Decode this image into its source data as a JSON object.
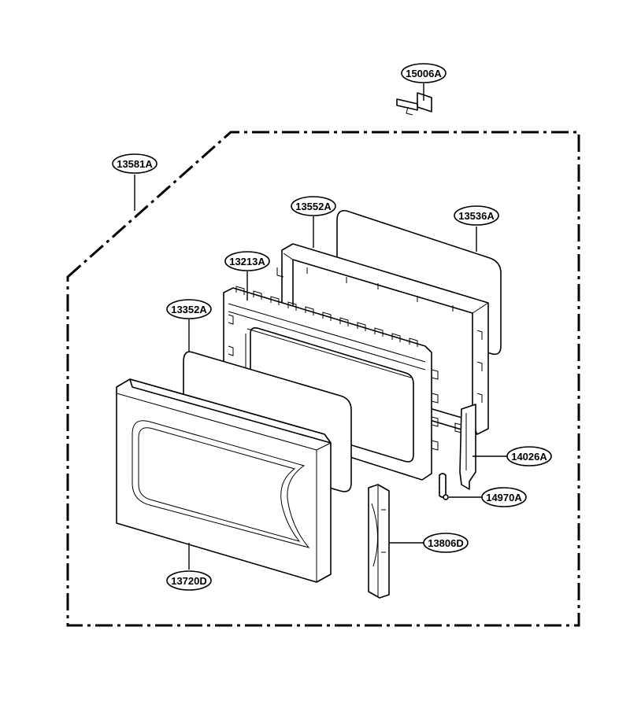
{
  "diagram": {
    "callouts": {
      "c15006A": "15006A",
      "c13581A": "13581A",
      "c13552A": "13552A",
      "c13536A": "13536A",
      "c13213A": "13213A",
      "c13352A": "13352A",
      "c14026A": "14026A",
      "c14970A": "14970A",
      "c13806D": "13806D",
      "c13720D": "13720D"
    },
    "colors": {
      "line": "#000000",
      "background": "#ffffff"
    }
  }
}
